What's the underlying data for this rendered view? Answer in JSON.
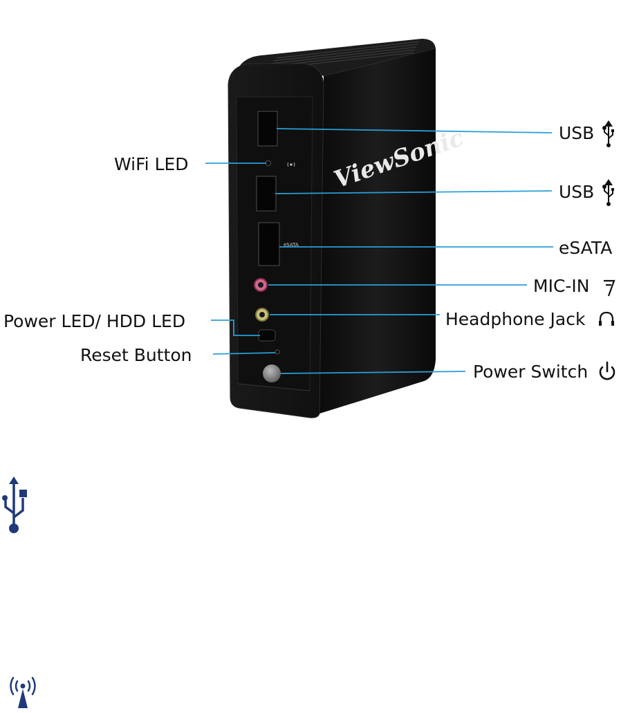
{
  "device": {
    "brand": "ViewSonic",
    "port_marks": {
      "esata": "eSATA"
    }
  },
  "callouts": {
    "usb1": "USB",
    "usb2": "USB",
    "esata": "eSATA",
    "mic_in": "MIC-IN",
    "headphone": "Headphone Jack",
    "power_switch": "Power Switch",
    "wifi_led": "WiFi LED",
    "power_hdd_led": "Power LED/ HDD LED",
    "reset": "Reset Button"
  },
  "icons": [
    "usb-icon",
    "mic-icon",
    "headphone-icon",
    "power-icon",
    "wifi-icon"
  ],
  "colors": {
    "leader_line": "#2a9fd8",
    "device_body": "#141414",
    "legend_icon": "#1f3a7a"
  }
}
